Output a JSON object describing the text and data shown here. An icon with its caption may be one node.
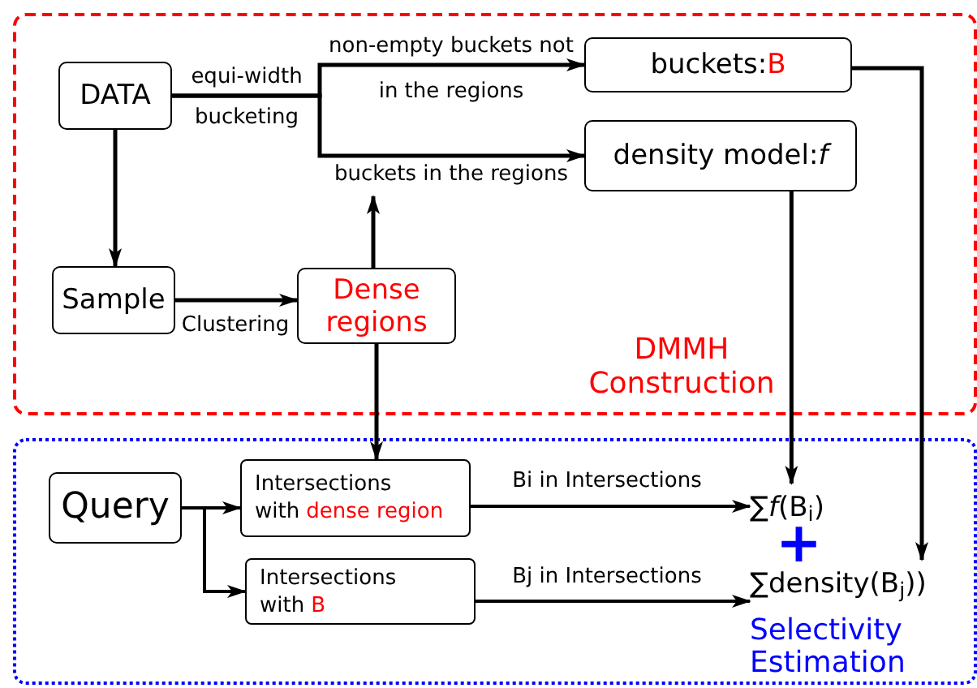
{
  "diagram": {
    "nodes": [
      {
        "text": [
          "DMMH Construction"
        ]
      },
      {
        "text": [
          "DATA"
        ],
        "in": 0
      },
      {
        "text": [
          "buckets:",
          "B"
        ],
        "in": 0
      },
      {
        "text": [
          "density model:*f*"
        ],
        "in": 0
      },
      {
        "text": [
          "Sample"
        ],
        "in": 0
      },
      {
        "text": [
          "Dense regions"
        ],
        "in": 0
      },
      {
        "text": [
          "Selectivity Estimation"
        ]
      },
      {
        "text": [
          "Query"
        ],
        "in": 6
      },
      {
        "text": [
          "Intersections with",
          "dense region"
        ],
        "in": 6
      },
      {
        "text": [
          "Intersections with",
          "B"
        ],
        "in": 6
      },
      {
        "text": [
          "∑*f*(B$_{i}$)"
        ],
        "in": 6
      },
      {
        "text": [
          "∑density(B$_{j}$))"
        ],
        "in": 6
      }
    ],
    "edges": [
      {
        "from": 1,
        "to": 2,
        "arrow": "to",
        "label": "non-empty buckets not in the regions"
      },
      {
        "from": 1,
        "to": 3,
        "arrow": "to",
        "label": "buckets in the regions"
      },
      {
        "from": 1,
        "to": 4,
        "arrow": "to"
      },
      {
        "from": 4,
        "to": 5,
        "arrow": "to",
        "label": "Clustering"
      },
      {
        "from": 5,
        "to": null,
        "arrow": "to"
      },
      {
        "from": 5,
        "to": 8,
        "arrow": "to"
      },
      {
        "from": 3,
        "to": 10,
        "arrow": "to"
      },
      {
        "from": 2,
        "to": 11,
        "arrow": "to"
      },
      {
        "from": 7,
        "to": 8,
        "arrow": "to"
      },
      {
        "from": 7,
        "to": 9,
        "arrow": "to"
      },
      {
        "from": 8,
        "to": 10,
        "arrow": "to",
        "label": "Bi in Intersections"
      },
      {
        "from": 9,
        "to": 11,
        "arrow": "to",
        "label": "Bj in Intersections"
      }
    ],
    "labels": [
      "equi-width bucketing",
      "+"
    ]
  }
}
